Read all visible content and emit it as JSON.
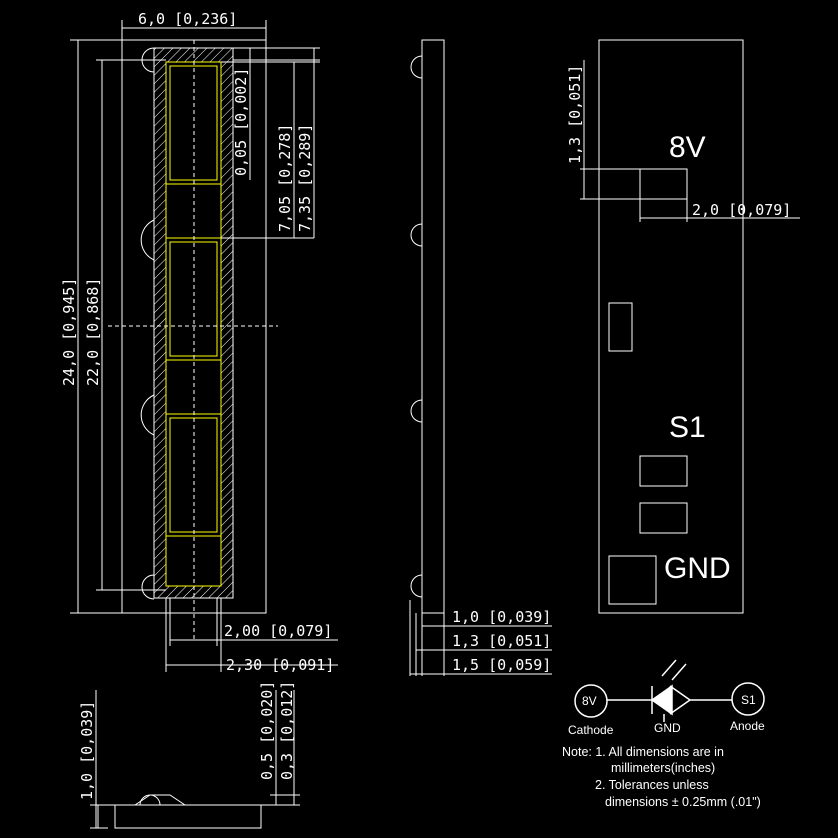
{
  "dimensions": {
    "width_top": "6,0 [0,236]",
    "d_0_05": "0,05 [0,002]",
    "d_7_05": "7,05 [0,278]",
    "d_7_35": "7,35 [0,289]",
    "d_24": "24,0 [0,945]",
    "d_22": "22,0 [0,868]",
    "d_2_00": "2,00 [0,079]",
    "d_2_30": "2,30 [0,091]",
    "d_1_0": "1,0 [0,039]",
    "d_1_3": "1,3 [0,051]",
    "d_1_5": "1,5 [0,059]",
    "d_pad_1_3": "1,3 [0,051]",
    "d_pad_2_0": "2,0 [0,079]",
    "d_bottom_1_0": "1,0 [0,039]",
    "d_bottom_0_5": "0,5 [0,020]",
    "d_bottom_0_3": "0,3 [0,012]"
  },
  "pads": {
    "top": "8V",
    "middle": "S1",
    "bottom": "GND"
  },
  "schematic": {
    "left_node": "8V",
    "left_label": "Cathode",
    "center_label": "GND",
    "right_node": "S1",
    "right_label": "Anode"
  },
  "notes": {
    "line1": "Note: 1. All dimensions are in",
    "line2": "millimeters(inches)",
    "line3": "2. Tolerances unless",
    "line4": "dimensions ± 0.25mm (.01\")"
  },
  "colors": {
    "background": "#000000",
    "line": "#ffffff",
    "outline": "#ffff00",
    "hatch": "#ffffff"
  }
}
